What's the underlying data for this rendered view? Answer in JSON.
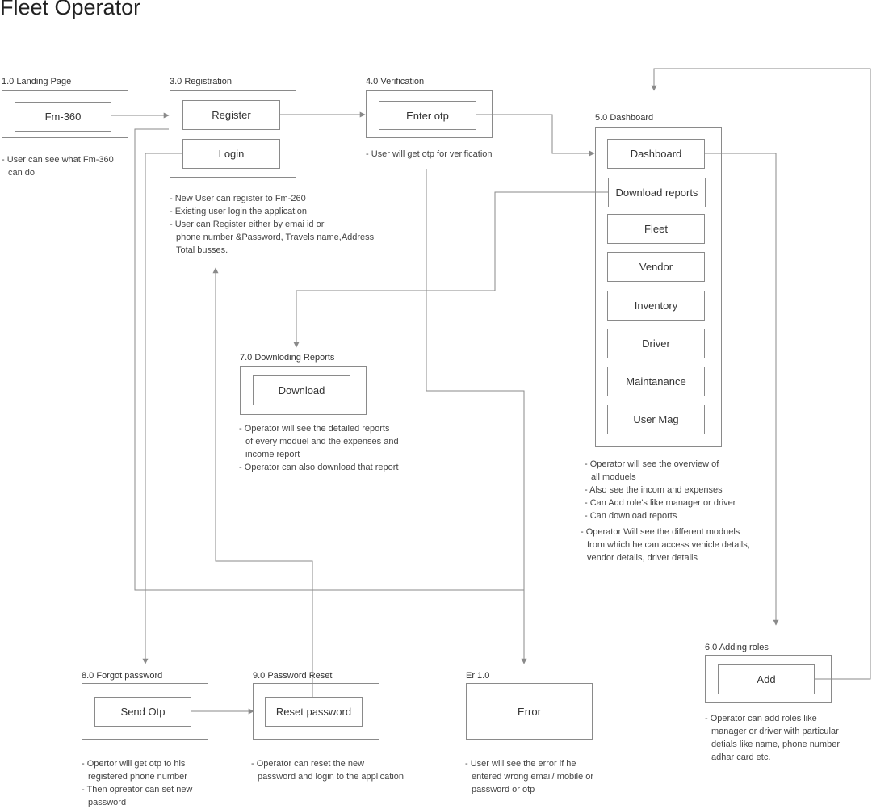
{
  "title": "Fleet Operator",
  "sections": {
    "landing": "1.0 Landing Page",
    "registration": "3.0 Registration",
    "verification": "4.0 Verification",
    "dashboard": "5.0 Dashboard",
    "reports": "7.0 Downloding Reports",
    "roles": "6.0 Adding roles",
    "forgot": "8.0 Forgot password",
    "reset": "9.0 Password Reset",
    "error": "Er 1.0"
  },
  "buttons": {
    "fm360": "Fm-360",
    "register": "Register",
    "login": "Login",
    "enter_otp": "Enter otp",
    "dashboard": "Dashboard",
    "download_reports": "Download reports",
    "fleet": "Fleet",
    "vendor": "Vendor",
    "inventory": "Inventory",
    "driver": "Driver",
    "maintanance": "Maintanance",
    "user_mag": "User Mag",
    "download": "Download",
    "add": "Add",
    "send_otp": "Send Otp",
    "reset_password": "Reset password",
    "error": "Error"
  },
  "notes": {
    "landing": [
      "- User can see what Fm-360",
      "can do"
    ],
    "verification": [
      "- User will get otp for verification"
    ],
    "registration": [
      "- New User can register to Fm-260",
      "- Existing user login the application",
      "- User can Register either by emai id or",
      "phone number &Password, Travels name,Address",
      "Total busses."
    ],
    "reports": [
      "- Operator will see the detailed reports",
      "of every moduel and the expenses and",
      "income report",
      "- Operator can also download that report"
    ],
    "dashboard": [
      "- Operator will see the overview of",
      "all moduels",
      "- Also see the incom and expenses",
      "- Can Add role's like manager or driver",
      "- Can download reports"
    ],
    "dashboard2": [
      "- Operator Will see the different moduels",
      "from which he can access vehicle details,",
      "vendor details, driver details"
    ],
    "roles": [
      "- Operator can add roles like",
      "manager or driver with particular",
      "detials like name, phone number",
      "adhar card etc."
    ],
    "forgot": [
      "- Opertor will get otp to his",
      "registered phone number",
      "- Then opreator can set new",
      "password"
    ],
    "reset": [
      "- Operator can reset the new",
      "password and login to the application"
    ],
    "error": [
      "- User will see the error if he",
      "entered wrong email/ mobile or",
      "password or otp"
    ]
  }
}
